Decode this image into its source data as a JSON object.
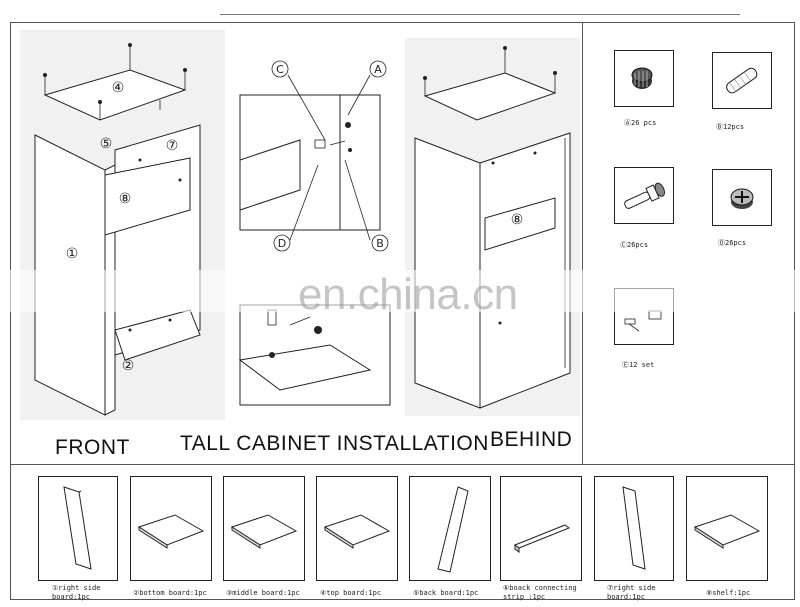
{
  "captions": {
    "front": "FRONT",
    "title": "TALL CABINET INSTALLATION",
    "behind": "BEHIND"
  },
  "watermark": "en.china.cn",
  "front_view_numbers": [
    "④",
    "⑤",
    "⑦",
    "⑧",
    "①",
    "②"
  ],
  "detail_letters": [
    "C",
    "A",
    "D",
    "B"
  ],
  "behind_view_number": "⑧",
  "hardware": [
    {
      "icon": "cam-nut-icon",
      "label": "Ⓐ26 pcs"
    },
    {
      "icon": "wood-dowel-icon",
      "label": "Ⓑ12pcs"
    },
    {
      "icon": "cam-bolt-icon",
      "label": "Ⓒ26pcs"
    },
    {
      "icon": "cam-lock-icon",
      "label": "Ⓓ26pcs"
    },
    {
      "icon": "shelf-support-icon",
      "label": "Ⓔ12 set"
    }
  ],
  "parts": [
    {
      "icon": "side-panel-icon",
      "label": "①right side\nboard:1pc"
    },
    {
      "icon": "flat-board-icon",
      "label": "②bottom board:1pc"
    },
    {
      "icon": "flat-board-icon",
      "label": "③middle board:1pc"
    },
    {
      "icon": "flat-board-icon",
      "label": "④top board:1pc"
    },
    {
      "icon": "back-panel-icon",
      "label": "⑤back board:1pc"
    },
    {
      "icon": "connecting-strip-icon",
      "label": "⑥boack connecting\nstrip :1pc"
    },
    {
      "icon": "side-panel-icon",
      "label": "⑦right side\nboard:1pc"
    },
    {
      "icon": "flat-board-icon",
      "label": "⑧shelf:1pc"
    }
  ]
}
